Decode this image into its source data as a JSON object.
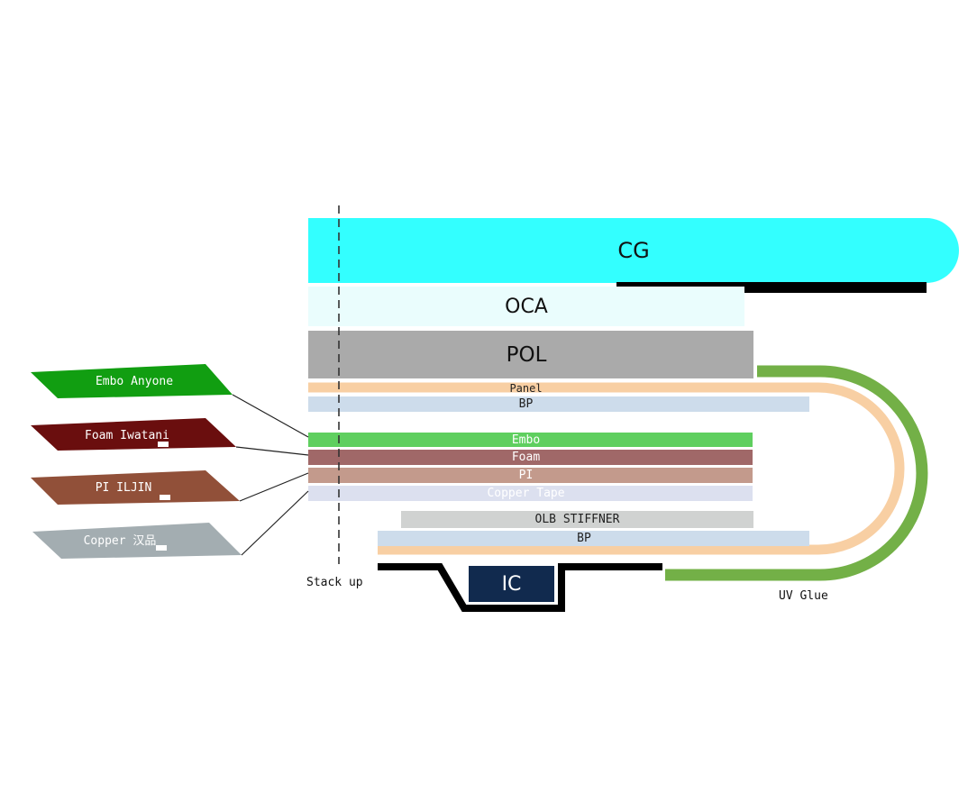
{
  "layers": {
    "cg": "CG",
    "oca": "OCA",
    "pol": "POL",
    "panel": "Panel",
    "bp_top": "BP",
    "embo": "Embo",
    "foam": "Foam",
    "pi": "PI",
    "copper_tape": "Copper Tape",
    "olb_stiffner": "OLB STIFFNER",
    "bp_bottom": "BP",
    "ic": "IC"
  },
  "annotations": {
    "stack_up": "Stack up",
    "uv_glue": "UV Glue"
  },
  "materials": {
    "embo": "Embo Anyone",
    "foam": "Foam Iwatani",
    "pi": "PI ILJIN",
    "copper": "Copper 汉品"
  },
  "colors": {
    "cg": "#33ffff",
    "oca": "#eafdfd",
    "pol": "#aaaaaa",
    "panel": "#f8cfa3",
    "bp": "#cddceb",
    "embo": "#5fcf5f",
    "foam": "#a06868",
    "pi": "#c39a8c",
    "copper_tape": "#dce0ef",
    "olb_stiffner": "#d0d2d1",
    "ic": "#112a4e",
    "uv_glue": "#73b047",
    "embo_swatch": "#119e11",
    "foam_swatch": "#6a0e0e",
    "pi_swatch": "#915039",
    "copper_swatch": "#a3adb1"
  }
}
